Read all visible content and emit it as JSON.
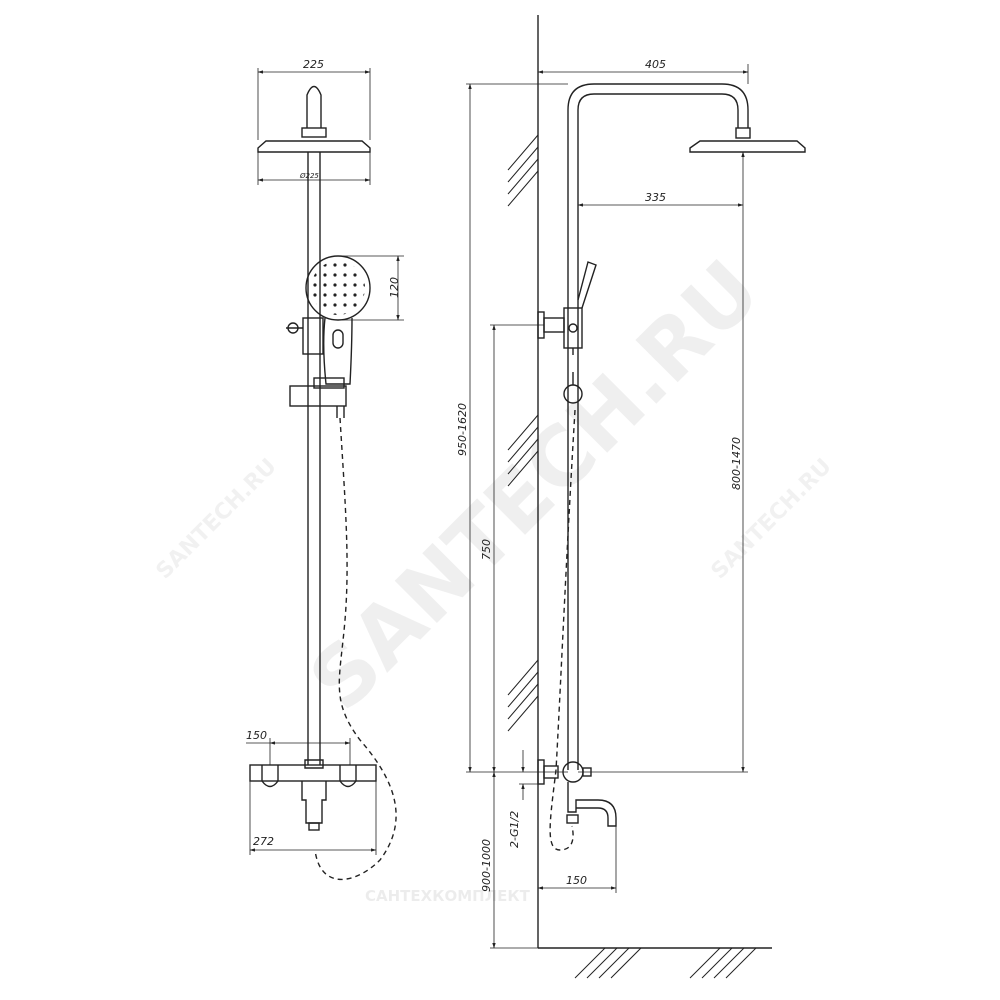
{
  "front_view": {
    "top_width": "225",
    "head_diameter": "Ø225",
    "hand_shower_height": "120",
    "mixer_centers": "150",
    "mixer_width": "272"
  },
  "side_view": {
    "arm_reach": "405",
    "inner_reach": "335",
    "total_height_range": "950-1620",
    "rail_length": "750",
    "head_height_range": "800-1470",
    "connection": "2-G1/2",
    "mount_height_range": "900-1000",
    "spout_reach": "150"
  },
  "watermark": {
    "main": "SANTECH.RU",
    "left": "SANTECH.RU",
    "right": "SANTECH.RU",
    "footer": "САНТЕХКОМПЛЕКТ"
  }
}
